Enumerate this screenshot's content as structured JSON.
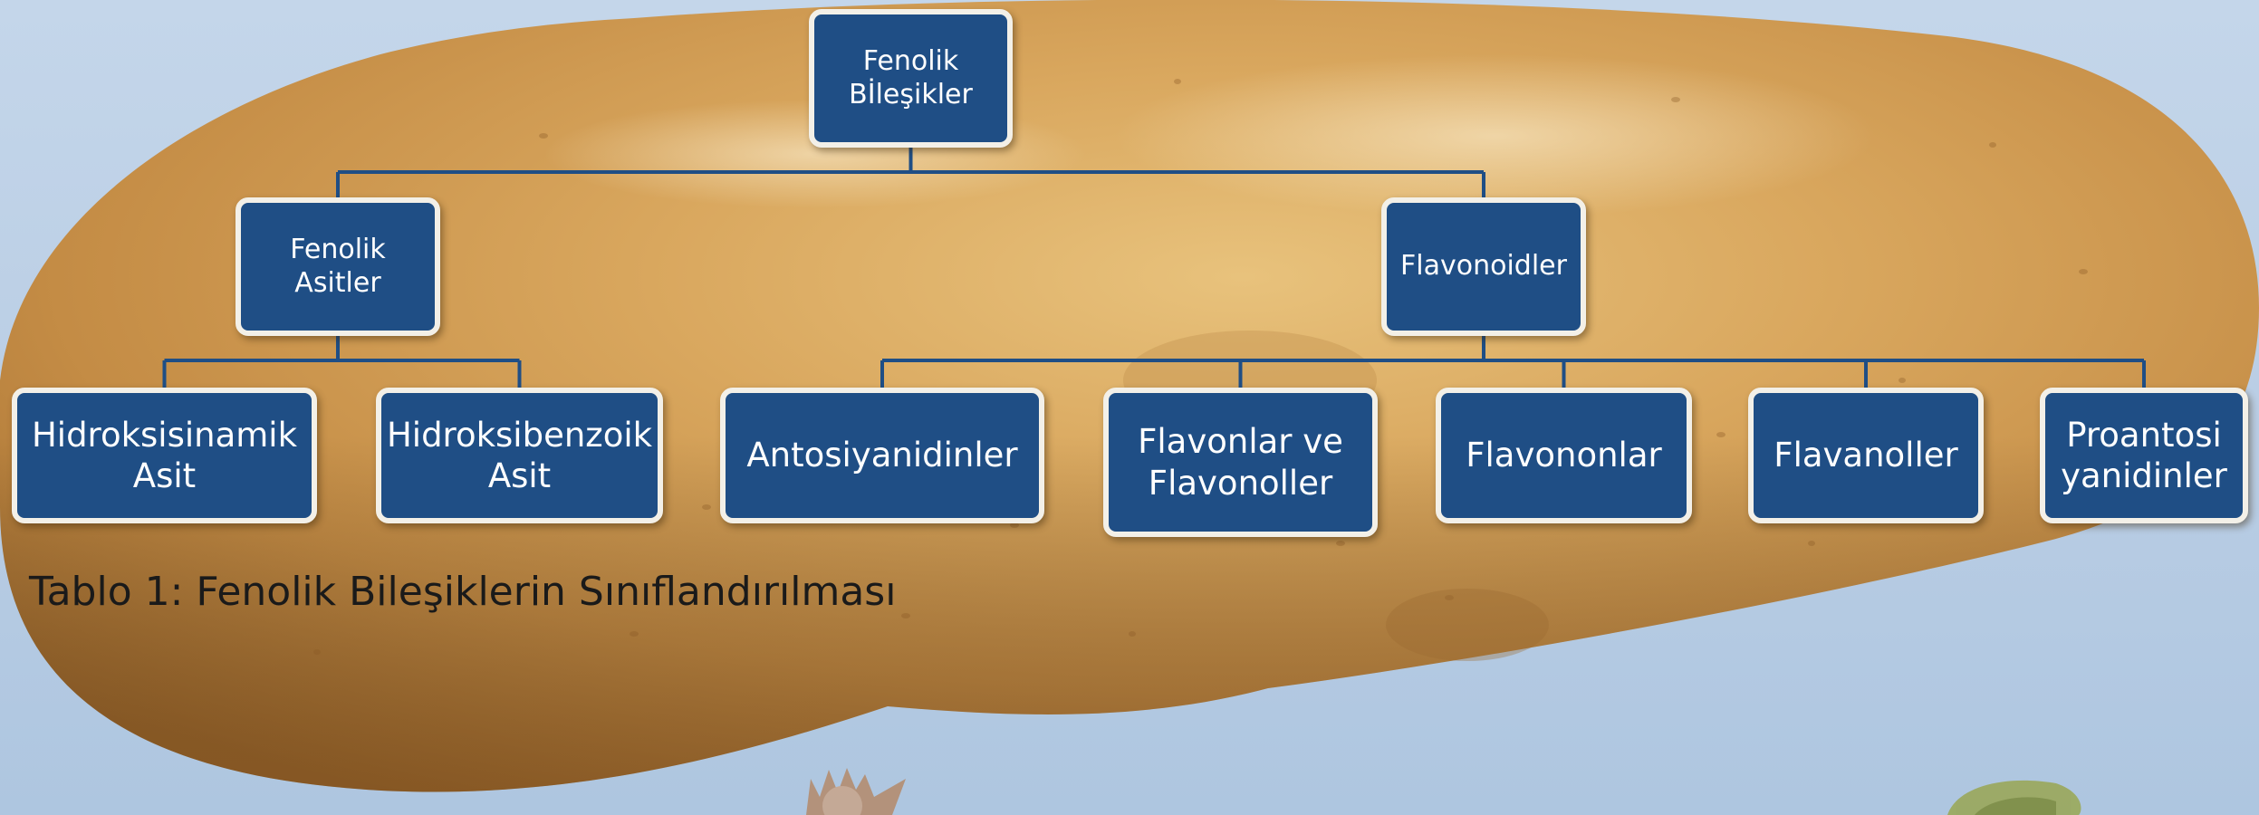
{
  "diagram": {
    "root": "Fenolik\nBİleşikler",
    "branches": [
      {
        "label": "Fenolik\nAsitler",
        "children": [
          "Hidroksisinamik\nAsit",
          "Hidroksibenzoik\nAsit"
        ]
      },
      {
        "label": "Flavonoidler",
        "children": [
          "Antosiyanidinler",
          "Flavonlar ve\nFlavonoller",
          "Flavononlar",
          "Flavanoller",
          "Proantosi\nyanidinler"
        ]
      }
    ],
    "node_fill": "#1f4e85",
    "node_border": "#f3f0e8",
    "connector_color": "#1f4e85"
  },
  "caption": "Tablo 1: Fenolik Bileşiklerin Sınıflandırılması"
}
